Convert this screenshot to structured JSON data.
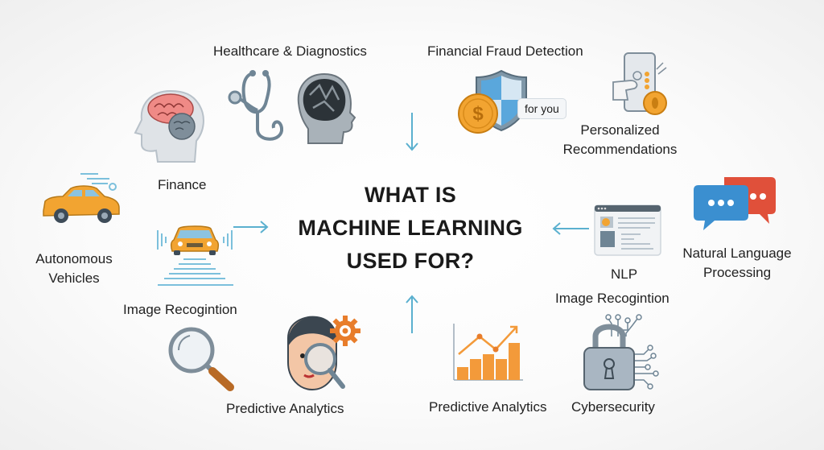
{
  "title": {
    "line1": "WHAT IS",
    "line2": "MACHINE LEARNING",
    "line3": "USED FOR?"
  },
  "labels": {
    "healthcare": "Healthcare & Diagnostics",
    "fraud": "Financial Fraud Detection",
    "personalized_1": "Personalized",
    "personalized_2": "Recommendations",
    "finance": "Finance",
    "autonomous_1": "Autonomous",
    "autonomous_2": "Vehicles",
    "image_recognition_left": "Image Recogintion",
    "nlp_short": "NLP",
    "image_recognition_right": "Image Recogintion",
    "nlp_1": "Natural Language",
    "nlp_2": "Processing",
    "predictive_left": "Predictive Analytics",
    "predictive_right": "Predictive Analytics",
    "cybersecurity": "Cybersecurity",
    "for_you_bubble": "for you"
  },
  "icons": [
    "brain-head-icon",
    "stethoscope-icon",
    "brain-scan-head-icon",
    "shield-icon",
    "dollar-coin-icon",
    "phone-recommendation-icon",
    "car-icon",
    "sensor-car-icon",
    "browser-window-icon",
    "chat-bubbles-icon",
    "magnifier-icon",
    "face-scan-icon",
    "gear-icon",
    "bar-chart-trend-icon",
    "circuit-lock-icon"
  ],
  "colors": {
    "accent_arrow": "#5bb0cf",
    "orange": "#f2a431",
    "slate": "#6f8595",
    "blue_bubble": "#3b8fd0",
    "red_bubble": "#e0503a",
    "brain_pink": "#ef8a86"
  }
}
